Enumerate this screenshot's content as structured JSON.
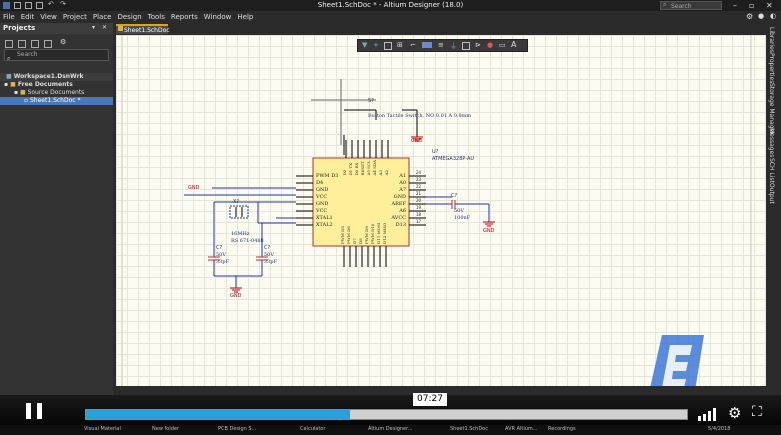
{
  "window": {
    "title": "Sheet1.SchDoc * - Altium Designer (18.0)",
    "search_placeholder": "Search"
  },
  "menu": [
    "File",
    "Edit",
    "View",
    "Project",
    "Place",
    "Design",
    "Tools",
    "Reports",
    "Window",
    "Help"
  ],
  "projects_panel": {
    "title": "Projects",
    "search_placeholder": "Search",
    "tree": {
      "workspace": "Workspace1.DsnWrk",
      "project": "Free Documents",
      "folder": "Source Documents",
      "file": "Sheet1.SchDoc *"
    }
  },
  "doc_tab": "Sheet1.SchDoc *",
  "right_panels": [
    "Libraries",
    "Properties",
    "Storage Manager",
    "Messages",
    "SCH List",
    "Output"
  ],
  "schematic": {
    "switch": {
      "designator": "S?",
      "description": "Button Tactile Switch, NO 0.01 A 0.8mm"
    },
    "ic": {
      "designator": "U?",
      "part": "ATMEGA328P-AU",
      "left_pins": [
        "PWM D3",
        "D4",
        "GND",
        "VCC",
        "GND",
        "VCC",
        "XTAL1",
        "XTAL2"
      ],
      "top_pins": [
        "D2",
        "D1 TX",
        "D0 RX",
        "RESET",
        "A5 SCL",
        "A4 SDA",
        "A3",
        "A2"
      ],
      "right_pins": [
        "A1",
        "A0",
        "A7",
        "GND",
        "AREF",
        "A6",
        "AVCC",
        "D13"
      ],
      "bottom_pins": [
        "PWM D5",
        "PWM D6",
        "D7",
        "D8",
        "PWM D9",
        "PWM D10",
        "D11 MOSI",
        "D12 MISO"
      ],
      "right_pin_numbers": [
        "24",
        "23",
        "22",
        "21",
        "20",
        "19",
        "18",
        "17"
      ]
    },
    "crystal": {
      "designator": "X?",
      "value": "16MHz",
      "part": "RS 671-0488"
    },
    "cap_left": {
      "designator": "C?",
      "voltage": "50V",
      "value": "33pF"
    },
    "cap_right": {
      "designator": "C?",
      "voltage": "50V",
      "value": "33pF"
    },
    "cap_aref": {
      "designator": "C?",
      "voltage": "50V",
      "value": "100nF"
    },
    "gnd": "GND"
  },
  "player": {
    "time": "07:27",
    "progress": 0.44
  },
  "taskbar": {
    "items": [
      "Visual Material",
      "New folder",
      "PCB Design S...",
      "Calculator",
      "Altium Designer...",
      "Sheet1.SchDoc",
      "AVR Altium...",
      "Recordings"
    ],
    "date": "5/4/2018"
  }
}
